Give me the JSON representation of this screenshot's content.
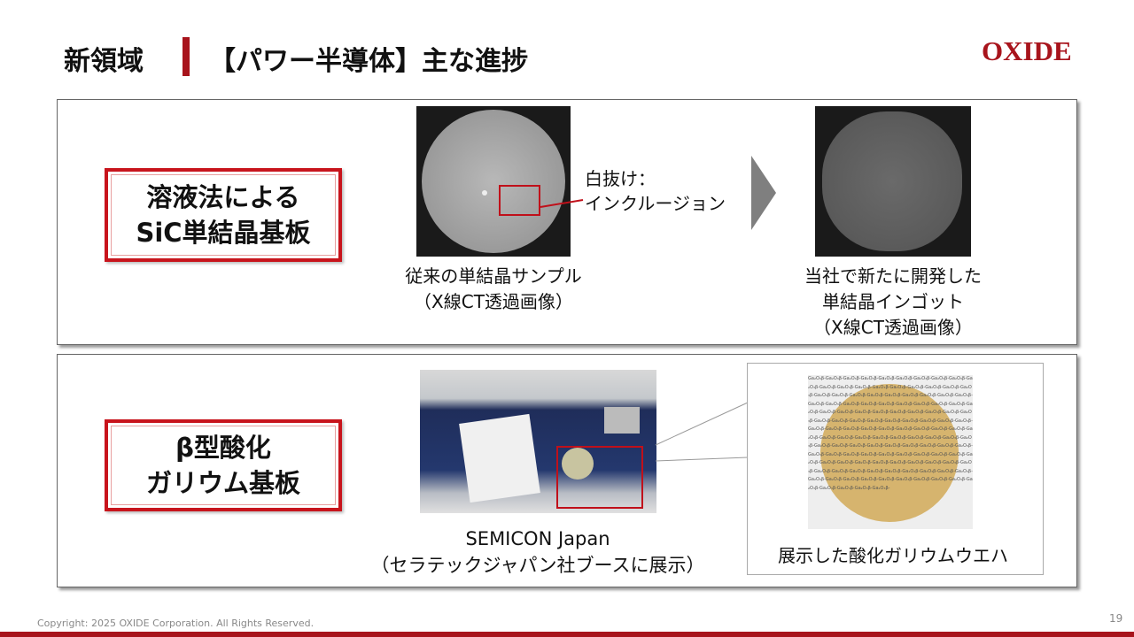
{
  "header": {
    "section": "新領域",
    "title": "【パワー半導体】主な進捗",
    "logo": "OXIDE"
  },
  "sic": {
    "label_lines": [
      "溶液法による",
      "SiC単結晶基板"
    ],
    "annotation_lines": [
      "白抜け：",
      "インクルージョン"
    ],
    "left_caption": [
      "従来の単結晶サンプル",
      "（X線CT透過画像）"
    ],
    "right_caption": [
      "当社で新たに開発した",
      "単結晶インゴット",
      "（X線CT透過画像）"
    ]
  },
  "ga2o3": {
    "label_lines": [
      "β型酸化",
      "ガリウム基板"
    ],
    "left_caption": [
      "SEMICON Japan",
      "（セラテックジャパン社ブースに展示）"
    ],
    "right_caption": "展示した酸化ガリウムウエハ",
    "wafer_print": "Ga₂O₃β-Ga₂O₃β-Ga₂O₃β-Ga₂O₃β-Ga₂O₃β-Ga₂O₃β-Ga₂O₃β-"
  },
  "footer": {
    "copyright": "Copyright: 2025 OXIDE Corporation. All Rights Reserved.",
    "page": "19"
  },
  "colors": {
    "accent": "#a8141c",
    "label_border": "#c8141c"
  }
}
